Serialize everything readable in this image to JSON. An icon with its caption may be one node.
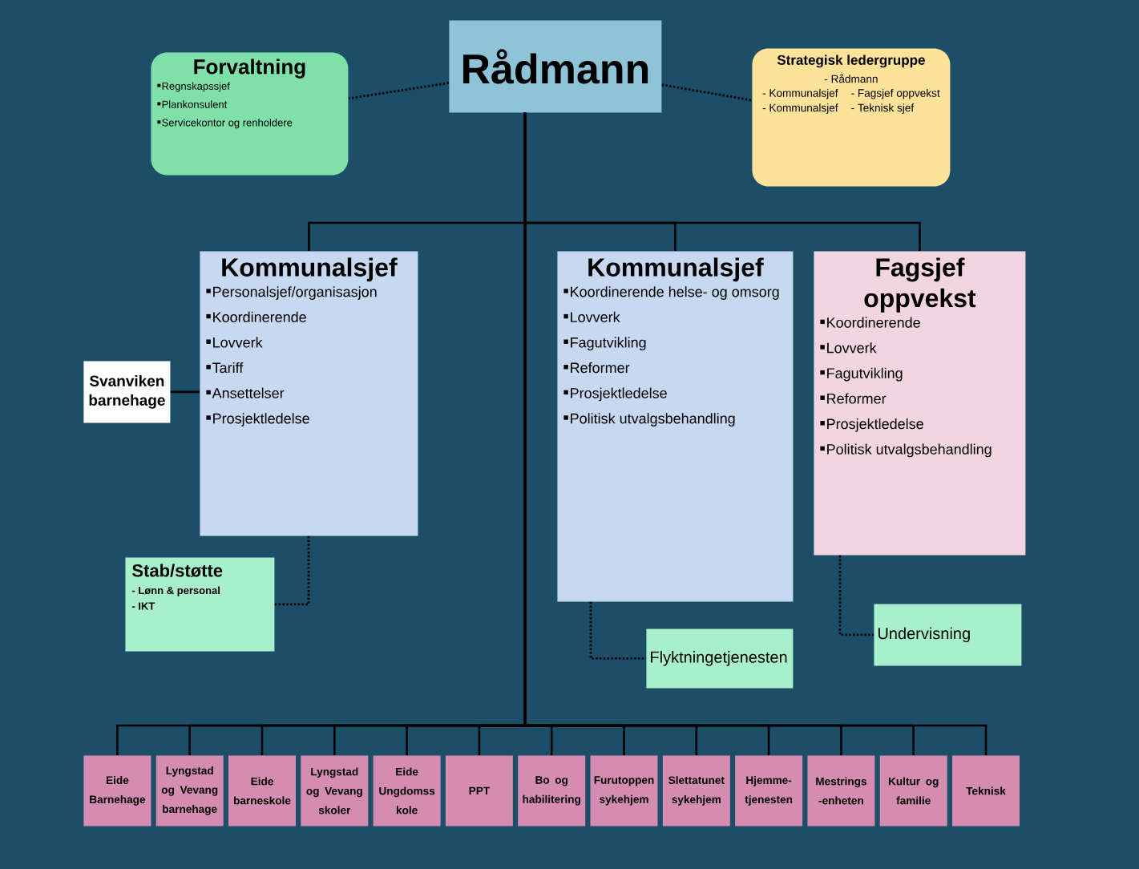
{
  "diagram": {
    "nodes": [
      {
        "text": [
          "Rådmann"
        ]
      },
      {
        "text": [
          "Forvaltning",
          "Regnskapssjef",
          "Plankonsulent",
          "Servicekontor og renholdere"
        ]
      },
      {
        "text": [
          "Strategisk ledergruppe",
          "- Rådmann",
          "- Kommunalsjef",
          "- Fagsjef oppvekst",
          "- Kommunalsjef",
          "- Teknisk sjef"
        ]
      },
      {
        "text": [
          "Kommunalsjef",
          "Personalsjef/organisasjon",
          "Koordinerende",
          "Lovverk",
          "Tariff",
          "Ansettelser",
          "Prosjektledelse"
        ]
      },
      {
        "text": [
          "Kommunalsjef",
          "Koordinerende helse- og omsorg",
          "Lovverk",
          "Fagutvikling",
          "Reformer",
          "Prosjektledelse",
          "Politisk utvalgsbehandling"
        ]
      },
      {
        "text": [
          "Fagsjef oppvekst",
          "Koordinerende",
          "Lovverk",
          "Fagutvikling",
          "Reformer",
          "Prosjektledelse",
          "Politisk utvalgsbehandling"
        ]
      },
      {
        "text": [
          "Svanviken barnehage"
        ]
      },
      {
        "text": [
          "Stab/støtte",
          "- Lønn & personal",
          "- IKT"
        ]
      },
      {
        "text": [
          "Flyktningetjenesten"
        ]
      },
      {
        "text": [
          "Undervisning"
        ]
      },
      {
        "text": [
          "Eide Barnehage"
        ]
      },
      {
        "text": [
          "Lyngstad og Vevang barnehage"
        ]
      },
      {
        "text": [
          "Eide barneskole"
        ]
      },
      {
        "text": [
          "Lyngstad og Vevang skoler"
        ]
      },
      {
        "text": [
          "Eide Ungdomss kole"
        ]
      },
      {
        "text": [
          "PPT"
        ]
      },
      {
        "text": [
          "Bo og habilitering"
        ]
      },
      {
        "text": [
          "Furutoppen sykehjem"
        ]
      },
      {
        "text": [
          "Slettatunet sykehjem"
        ]
      },
      {
        "text": [
          "Hjemme- tjenesten"
        ]
      },
      {
        "text": [
          "Mestrings -enheten"
        ]
      },
      {
        "text": [
          "Kultur og familie"
        ]
      },
      {
        "text": [
          "Teknisk"
        ]
      }
    ],
    "edges": [
      {
        "from": 0,
        "to": 1,
        "arrow": "none",
        "style": "dashed"
      },
      {
        "from": 0,
        "to": 2,
        "arrow": "none",
        "style": "dashed"
      },
      {
        "from": 0,
        "to": 3,
        "arrow": "none"
      },
      {
        "from": 0,
        "to": 4,
        "arrow": "none"
      },
      {
        "from": 0,
        "to": 5,
        "arrow": "none"
      },
      {
        "from": 6,
        "to": 3,
        "arrow": "none"
      },
      {
        "from": 3,
        "to": 7,
        "arrow": "none",
        "style": "dashed"
      },
      {
        "from": 4,
        "to": 8,
        "arrow": "none",
        "style": "dashed"
      },
      {
        "from": 5,
        "to": 9,
        "arrow": "none",
        "style": "dashed"
      },
      {
        "from": 0,
        "to": 10,
        "arrow": "none"
      },
      {
        "from": 0,
        "to": 11,
        "arrow": "none"
      },
      {
        "from": 0,
        "to": 12,
        "arrow": "none"
      },
      {
        "from": 0,
        "to": 13,
        "arrow": "none"
      },
      {
        "from": 0,
        "to": 14,
        "arrow": "none"
      },
      {
        "from": 0,
        "to": 15,
        "arrow": "none"
      },
      {
        "from": 0,
        "to": 16,
        "arrow": "none"
      },
      {
        "from": 0,
        "to": 17,
        "arrow": "none"
      },
      {
        "from": 0,
        "to": 18,
        "arrow": "none"
      },
      {
        "from": 0,
        "to": 19,
        "arrow": "none"
      },
      {
        "from": 0,
        "to": 20,
        "arrow": "none"
      },
      {
        "from": 0,
        "to": 21,
        "arrow": "none"
      },
      {
        "from": 0,
        "to": 22,
        "arrow": "none"
      }
    ]
  }
}
